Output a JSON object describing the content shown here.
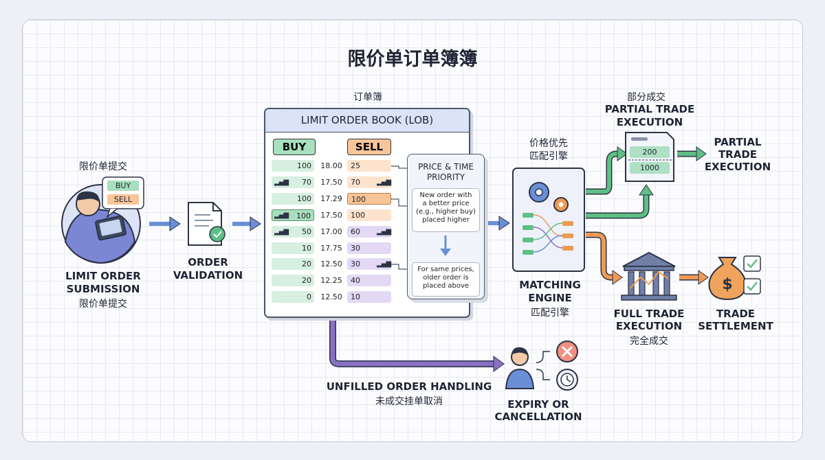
{
  "title": "限价单订单簿簿",
  "submission": {
    "top_label": "限价单提交",
    "bubble_buy": "BUY",
    "bubble_sell": "SELL",
    "label_en_1": "LIMIT ORDER",
    "label_en_2": "SUBMISSION",
    "label_zh": "限价单提交"
  },
  "validation": {
    "label_1": "ORDER",
    "label_2": "VALIDATION"
  },
  "order_book": {
    "top_label": "订单簿",
    "header": "LIMIT ORDER BOOK (LOB)",
    "buy_header": "BUY",
    "sell_header": "SELL",
    "rows": [
      {
        "buy": "100",
        "price": "18.00",
        "sell": "25"
      },
      {
        "buy": "70",
        "price": "17.50",
        "sell": "70"
      },
      {
        "buy": "100",
        "price": "17.29",
        "sell": "100"
      },
      {
        "buy": "100",
        "price": "17.50",
        "sell": "100"
      },
      {
        "buy": "50",
        "price": "17.00",
        "sell": "60"
      },
      {
        "buy": "10",
        "price": "17.75",
        "sell": "30"
      },
      {
        "buy": "20",
        "price": "12.50",
        "sell": "30"
      },
      {
        "buy": "20",
        "price": "12.25",
        "sell": "40"
      },
      {
        "buy": "0",
        "price": "12.50",
        "sell": "10"
      }
    ]
  },
  "priority": {
    "title_1": "PRICE & TIME",
    "title_2": "PRIORITY",
    "note1": [
      "New order with",
      "a better price",
      "(e.g., higher buy)",
      "placed higher"
    ],
    "note2": [
      "For same prices,",
      "older order is",
      "placed above"
    ]
  },
  "matching": {
    "top_label_1": "价格优先",
    "top_label_2": "匹配引擎",
    "label_1": "MATCHING",
    "label_2": "ENGINE",
    "label_zh": "匹配引擎"
  },
  "partial": {
    "top_zh": "部分成交",
    "top_en_1": "PARTIAL TRADE",
    "top_en_2": "EXECUTION",
    "value_1": "200",
    "value_2": "1000",
    "right_1": "PARTIAL",
    "right_2": "TRADE",
    "right_3": "EXECUTION"
  },
  "full": {
    "label_1": "FULL TRADE",
    "label_2": "EXECUTION",
    "label_zh": "完全成交"
  },
  "settlement": {
    "label_1": "TRADE",
    "label_2": "SETTLEMENT"
  },
  "unfilled": {
    "label_en": "UNFILLED ORDER HANDLING",
    "label_zh": "未成交挂单取消"
  },
  "expiry": {
    "label_1": "EXPIRY OR",
    "label_2": "CANCELLATION"
  },
  "colors": {
    "buy": "#a8dfbd",
    "sell": "#f8c598",
    "purple": "#cbbbe9",
    "arrow_blue": "#6a8fd6",
    "arrow_green": "#5fbf84",
    "arrow_orange": "#ee9a54",
    "arrow_purple": "#8a70c4"
  }
}
